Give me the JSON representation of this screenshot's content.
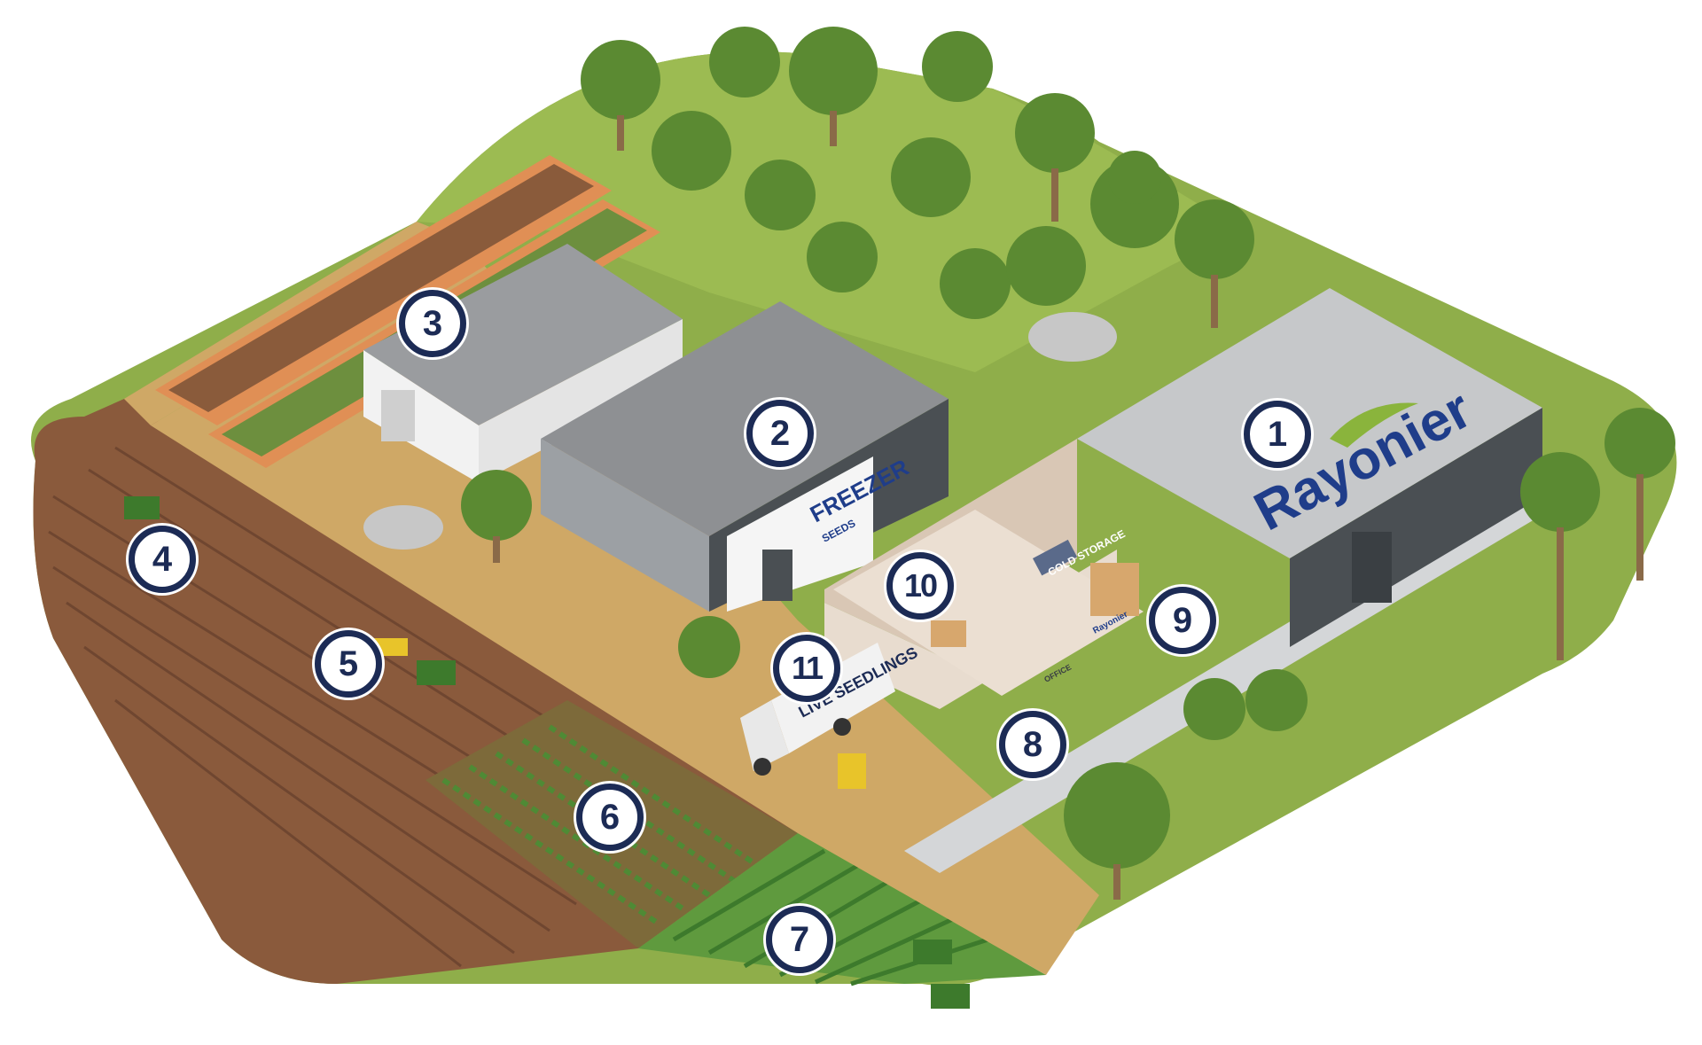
{
  "markers": {
    "m1": "1",
    "m2": "2",
    "m3": "3",
    "m4": "4",
    "m5": "5",
    "m6": "6",
    "m7": "7",
    "m8": "8",
    "m9": "9",
    "m10": "10",
    "m11": "11"
  },
  "signs": {
    "brand": "Rayonier",
    "freezer": "FREEZER",
    "freezer_sub": "SEEDS",
    "cold_storage": "COLD STORAGE",
    "truck": "LIVE SEEDLINGS",
    "office": "OFFICE",
    "office_brand": "Rayonier"
  },
  "colors": {
    "grass": "#8fae4a",
    "soil": "#8a5a3c",
    "road": "#cfa866",
    "marker_border": "#1c2b55",
    "brand_blue": "#1f3d8a",
    "brand_green": "#8ab43c"
  }
}
